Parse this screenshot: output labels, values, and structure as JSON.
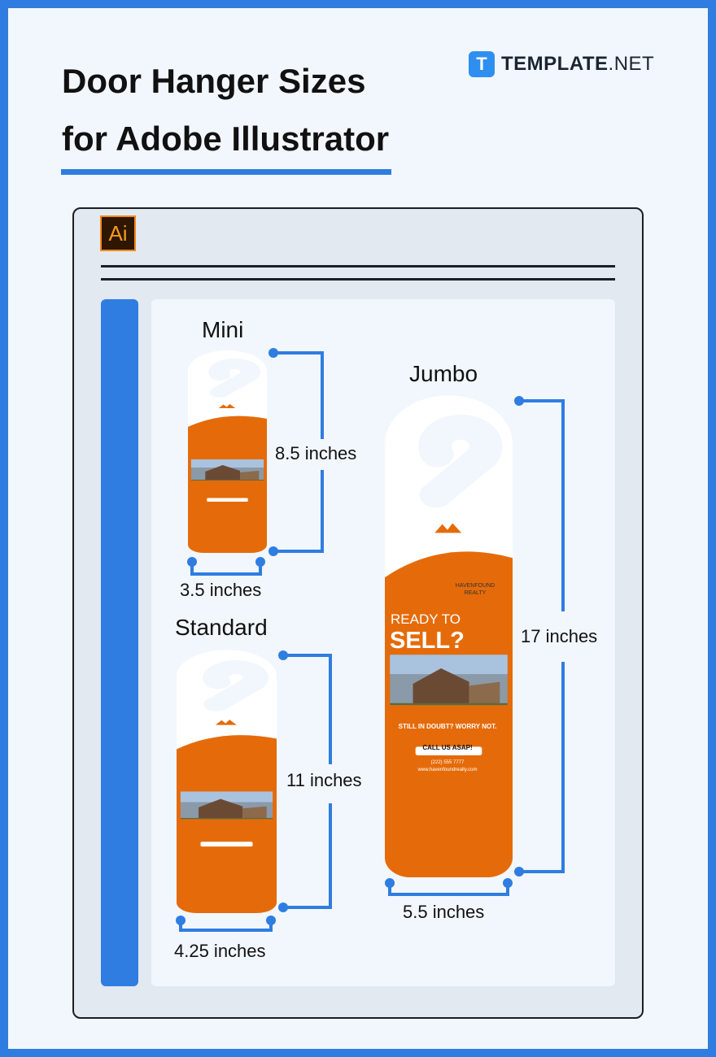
{
  "header": {
    "title_line1": "Door Hanger Sizes",
    "title_line2": "for Adobe Illustrator"
  },
  "brand": {
    "icon_letter": "T",
    "name_bold": "TEMPLATE",
    "name_rest": ".NET"
  },
  "app": {
    "logo_text": "Ai"
  },
  "sizes": {
    "mini": {
      "name": "Mini",
      "height": "8.5 inches",
      "width": "3.5 inches"
    },
    "standard": {
      "name": "Standard",
      "height": "11 inches",
      "width": "4.25 inches"
    },
    "jumbo": {
      "name": "Jumbo",
      "height": "17 inches",
      "width": "5.5 inches"
    }
  },
  "hanger_design": {
    "company_line1": "HAVENFOUND",
    "company_line2": "REALTY",
    "headline_line1": "READY TO",
    "headline_line2": "SELL?",
    "tagline": "STILL IN DOUBT? WORRY NOT.",
    "button": "CALL US ASAP!",
    "phone": "(222) 555 7777",
    "website": "www.havenfoundrealty.com"
  },
  "colors": {
    "accent_blue": "#2f7de1",
    "hanger_orange": "#e56b0a",
    "illustrator_orange": "#f49a1d"
  }
}
